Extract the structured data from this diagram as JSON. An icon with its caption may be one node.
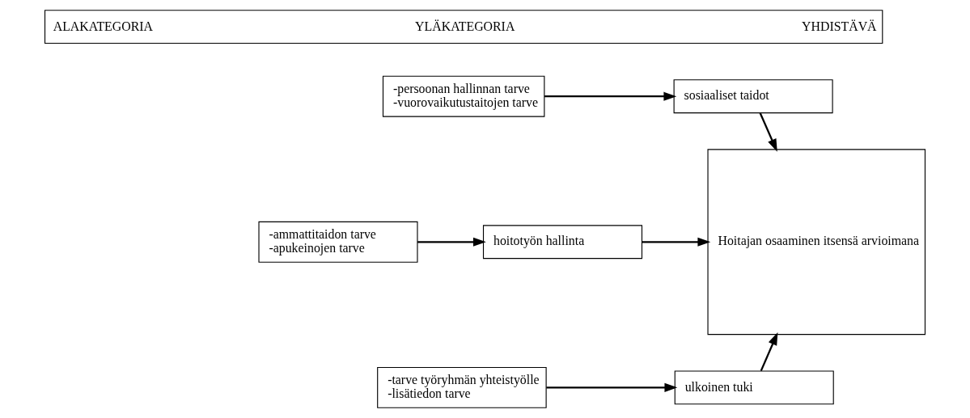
{
  "diagram": {
    "nodes": [
      {
        "text": [
          "ALAKATEGORIA",
          "YLÄKATEGORIA",
          "YHDISTÄVÄ"
        ]
      },
      {
        "text": [
          "-persoonan hallinnan tarve",
          "-vuorovaikutustaitojen tarve"
        ]
      },
      {
        "text": [
          "sosiaaliset taidot"
        ]
      },
      {
        "text": [
          "-ammattitaidon tarve",
          "-apukeinojen tarve"
        ]
      },
      {
        "text": [
          "hoitotyön hallinta"
        ]
      },
      {
        "text": [
          "-tarve työryhmän yhteistyölle",
          "-lisätiedon tarve"
        ]
      },
      {
        "text": [
          "ulkoinen tuki"
        ]
      },
      {
        "text": [
          "Hoitajan osaaminen itsensä arvioimana"
        ]
      }
    ],
    "edges": [
      {
        "from": 1,
        "to": 2,
        "arrow": "to"
      },
      {
        "from": 2,
        "to": 7,
        "arrow": "to"
      },
      {
        "from": 3,
        "to": 4,
        "arrow": "to"
      },
      {
        "from": 4,
        "to": 7,
        "arrow": "to"
      },
      {
        "from": 5,
        "to": 6,
        "arrow": "to"
      },
      {
        "from": 6,
        "to": 7,
        "arrow": "to"
      }
    ]
  }
}
